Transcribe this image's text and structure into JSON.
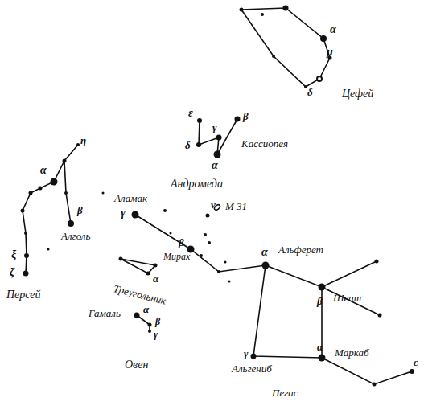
{
  "diagram": {
    "labels": [
      "α",
      "μ",
      "δ",
      "Цефей",
      "ε",
      "γ",
      "δ",
      "β",
      "α",
      "Кассиопея",
      "Андромеда",
      "γ",
      "Аламак",
      "ν",
      "M 31",
      "β",
      "Мирах",
      "α",
      "Альферет",
      "η",
      "α",
      "β",
      "Алголь",
      "ξ",
      "ζ",
      "Персей",
      "Треугольник",
      "α",
      "Гамаль",
      "α",
      "β",
      "γ",
      "Овен",
      "Шеат",
      "β",
      "α",
      "Маркаб",
      "γ",
      "Альгениб",
      "ε",
      "Пегас"
    ]
  }
}
